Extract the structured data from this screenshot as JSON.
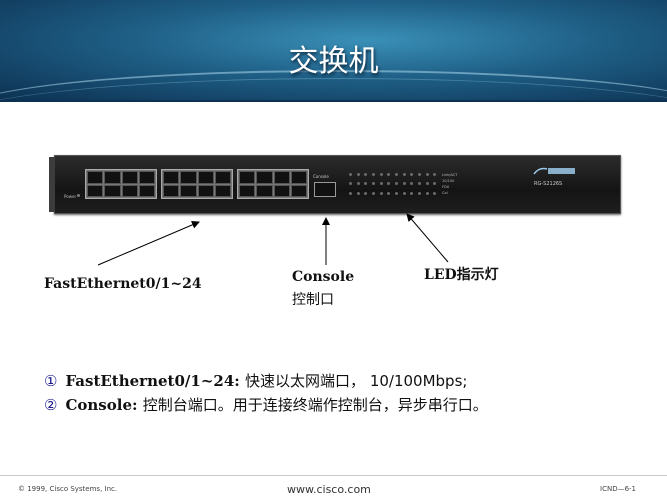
{
  "slide": {
    "title": "交换机"
  },
  "device": {
    "power_label": "Power",
    "console_port_label": "Console",
    "model": "RG-S2126S",
    "led_legend": [
      "Link/ACT",
      "10/100",
      "FDX",
      "Col"
    ]
  },
  "annotations": {
    "fastethernet": "FastEthernet0/1~24",
    "console_line1": "Console",
    "console_line2": "控制口",
    "led": "LED指示灯"
  },
  "descriptions": [
    {
      "marker": "①",
      "term": "FastEthernet0/1~24:",
      "text": "快速以太网端口， 10/100Mbps;"
    },
    {
      "marker": "②",
      "term": "Console:",
      "text": "控制台端口。用于连接终端作控制台，异步串行口。"
    }
  ],
  "footer": {
    "copyright": "© 1999, Cisco Systems, Inc.",
    "url": "www.cisco.com",
    "page": "ICND—6-1"
  }
}
